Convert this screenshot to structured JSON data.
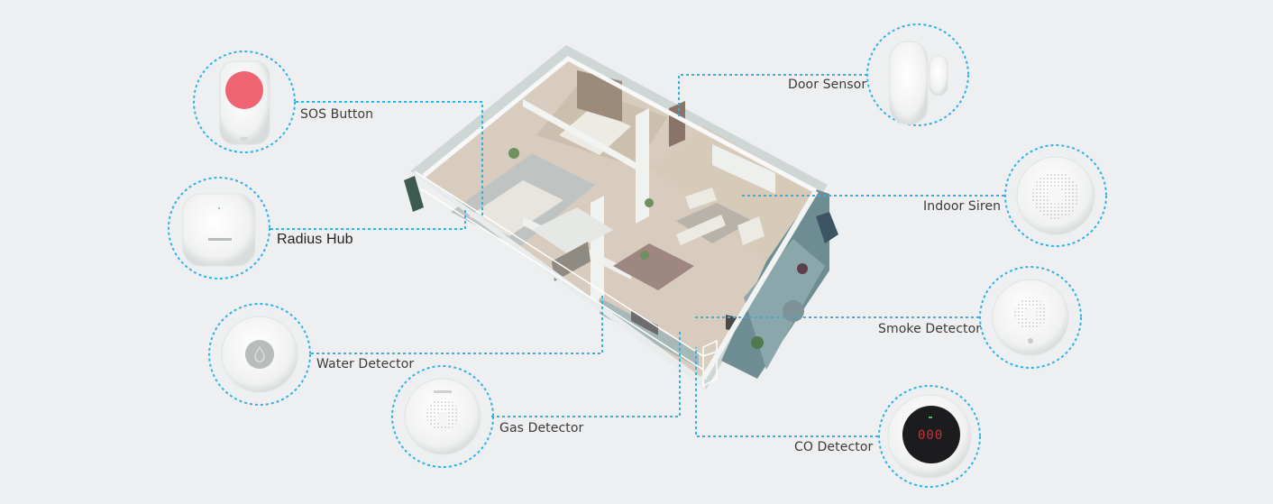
{
  "diagram": {
    "title": "",
    "accent_color": "#2fb3e6",
    "background_color": "#eeeff1",
    "center_image": "isometric-apartment-floor-plan",
    "devices": [
      {
        "id": "sos",
        "label": "SOS Button",
        "icon": "sos-button-icon",
        "side": "left"
      },
      {
        "id": "hub",
        "label": "Radius Hub",
        "icon": "hub-icon",
        "side": "left"
      },
      {
        "id": "water",
        "label": "Water Detector",
        "icon": "water-drop-icon",
        "side": "left"
      },
      {
        "id": "gas",
        "label": "Gas Detector",
        "icon": "gas-detector-icon",
        "side": "bottom"
      },
      {
        "id": "door",
        "label": "Door Sensor",
        "icon": "door-sensor-icon",
        "side": "right"
      },
      {
        "id": "siren",
        "label": "Indoor Siren",
        "icon": "siren-icon",
        "side": "right"
      },
      {
        "id": "smoke",
        "label": "Smoke Detector",
        "icon": "smoke-detector-icon",
        "side": "right"
      },
      {
        "id": "co",
        "label": "CO Detector",
        "icon": "co-detector-icon",
        "side": "right",
        "display_value": "000"
      }
    ]
  }
}
